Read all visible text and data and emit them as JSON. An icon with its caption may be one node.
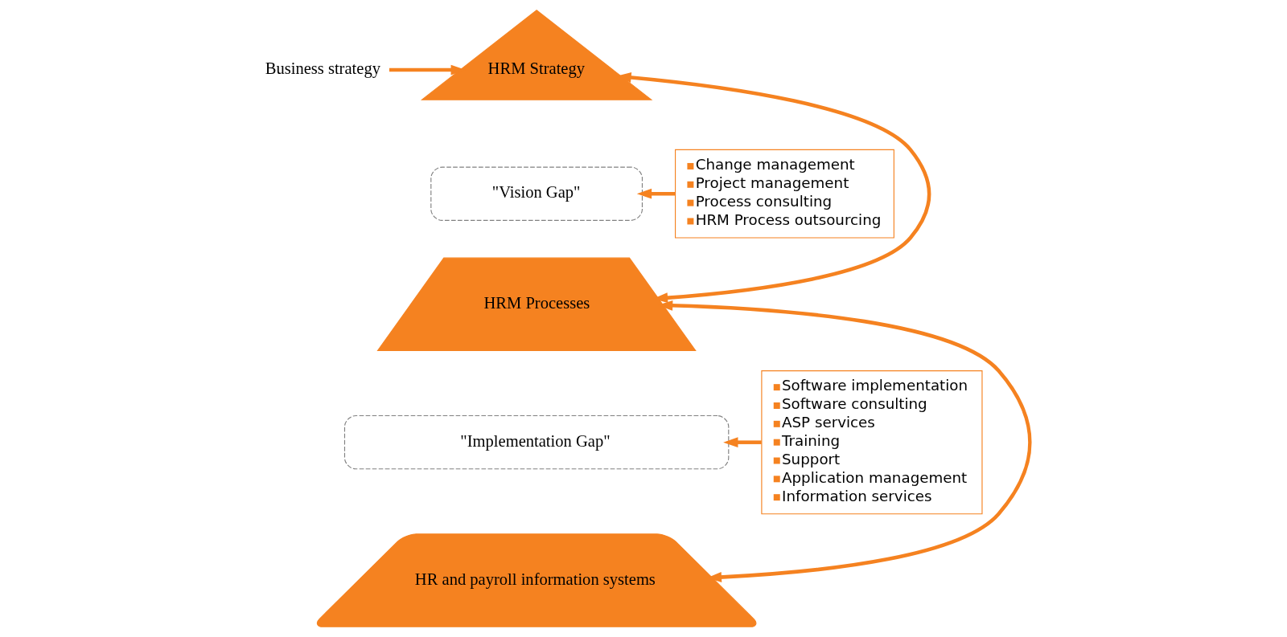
{
  "diagram": {
    "nodes": [
      {
        "text": [
          "Business strategy"
        ]
      },
      {
        "text": [
          "HRM Strategy"
        ]
      },
      {
        "text": [
          "\"Vision Gap\""
        ]
      },
      {
        "text": [
          "HRM Processes"
        ]
      },
      {
        "text": [
          "\"Implementation Gap\""
        ]
      },
      {
        "text": [
          "HR and payroll information systems"
        ]
      },
      {
        "text": [
          "Change management",
          "Project management",
          "Process consulting",
          "HRM Process outsourcing"
        ]
      },
      {
        "text": [
          "Software implementation",
          "Software consulting",
          "ASP services",
          "Training",
          "Support",
          "Application management",
          "Information services"
        ]
      }
    ],
    "edges": [
      {
        "from": 0,
        "to": 1,
        "arrow": "to"
      },
      {
        "from": 1,
        "to": 3,
        "arrow": "both"
      },
      {
        "from": 6,
        "to": 2,
        "arrow": "to"
      },
      {
        "from": 3,
        "to": 5,
        "arrow": "both"
      },
      {
        "from": 7,
        "to": 4,
        "arrow": "to"
      }
    ]
  }
}
